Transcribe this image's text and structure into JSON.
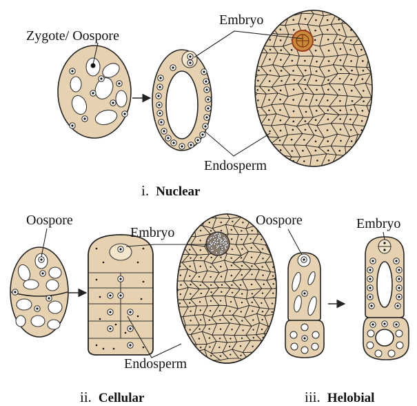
{
  "colors": {
    "cell_fill": "#e6d2b0",
    "outline": "#222222",
    "vacuole": "#ffffff",
    "embryo_fill": "#c98a3a",
    "embryo_ring": "#9c3a1a"
  },
  "panels": {
    "nuclear": {
      "caption_numeral": "i.",
      "caption_name": "Nuclear",
      "label_zygote": "Zygote/ Oospore",
      "label_embryo": "Embryo",
      "label_endosperm": "Endosperm"
    },
    "cellular": {
      "caption_numeral": "ii.",
      "caption_name": "Cellular",
      "label_oospore": "Oospore",
      "label_embryo": "Embryo",
      "label_endosperm": "Endosperm"
    },
    "helobial": {
      "caption_numeral": "iii.",
      "caption_name": "Helobial",
      "label_oospore": "Oospore",
      "label_embryo": "Embryo"
    }
  }
}
